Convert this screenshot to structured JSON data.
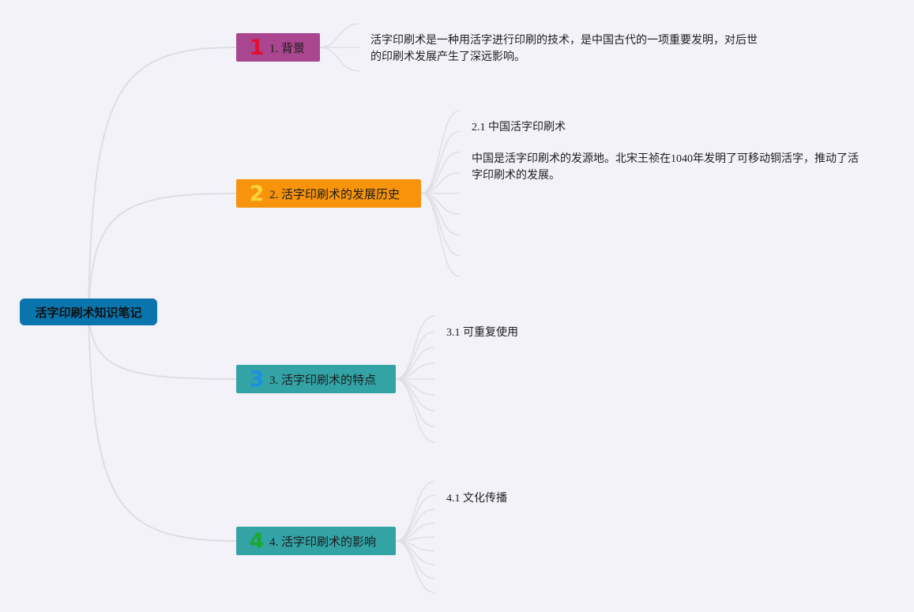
{
  "root": {
    "label": "活字印刷术知识笔记"
  },
  "branches": [
    {
      "icon": "number-1-icon",
      "icon_glyph": "1",
      "label": "1. 背景",
      "color": "#a9468f",
      "notes": [
        "活字印刷术是一种用活字进行印刷的技术，是中国古代的一项重要发明，对后世的印刷术发展产生了深远影响。"
      ]
    },
    {
      "icon": "number-2-icon",
      "icon_glyph": "2",
      "label": "2. 活字印刷术的发展历史",
      "color": "#f7940c",
      "notes": [
        "2.1 中国活字印刷术",
        "中国是活字印刷术的发源地。北宋王祯在1040年发明了可移动铜活字，推动了活字印刷术的发展。"
      ]
    },
    {
      "icon": "number-3-icon",
      "icon_glyph": "3",
      "label": "3. 活字印刷术的特点",
      "color": "#33a3a6",
      "notes": [
        "3.1 可重复使用"
      ]
    },
    {
      "icon": "number-4-icon",
      "icon_glyph": "4",
      "label": "4. 活字印刷术的影响",
      "color": "#33a3a6",
      "notes": [
        "4.1 文化传播"
      ]
    }
  ],
  "colors": {
    "background": "#f3f2f8",
    "root": "#0a75ad",
    "connector": "#dedde2"
  }
}
